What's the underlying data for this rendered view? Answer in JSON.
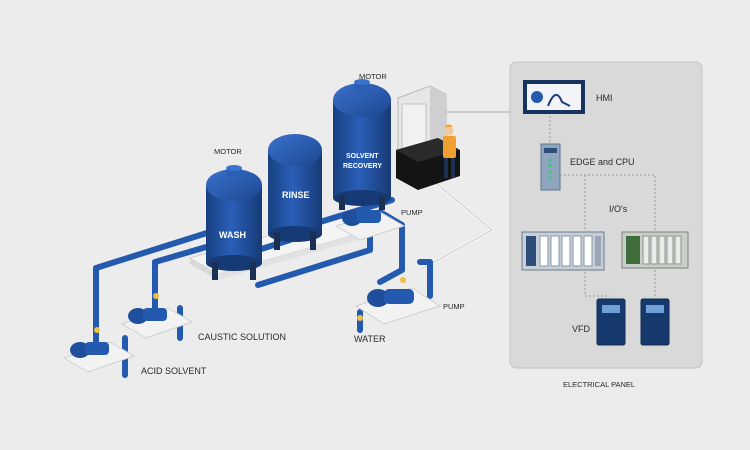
{
  "labels": {
    "motor_left": "MOTOR",
    "motor_right": "MOTOR",
    "wash": "WASH",
    "rinse": "RINSE",
    "solvent_recovery_line1": "SOLVENT",
    "solvent_recovery_line2": "RECOVERY",
    "pump_upper": "PUMP",
    "pump_lower": "PUMP",
    "caustic_solution": "CAUSTIC SOLUTION",
    "acid_solvent": "ACID SOLVENT",
    "water": "WATER",
    "hmi": "HMI",
    "edge_cpu": "EDGE and CPU",
    "ios": "I/O's",
    "vfd": "VFD",
    "electrical_panel": "ELECTRICAL PANEL"
  },
  "colors": {
    "background": "#ececec",
    "tank_blue": "#1f4e9c",
    "pipe_blue": "#2459b0",
    "panel_bg": "#d9d9d9",
    "worker_orange": "#f0a030"
  }
}
